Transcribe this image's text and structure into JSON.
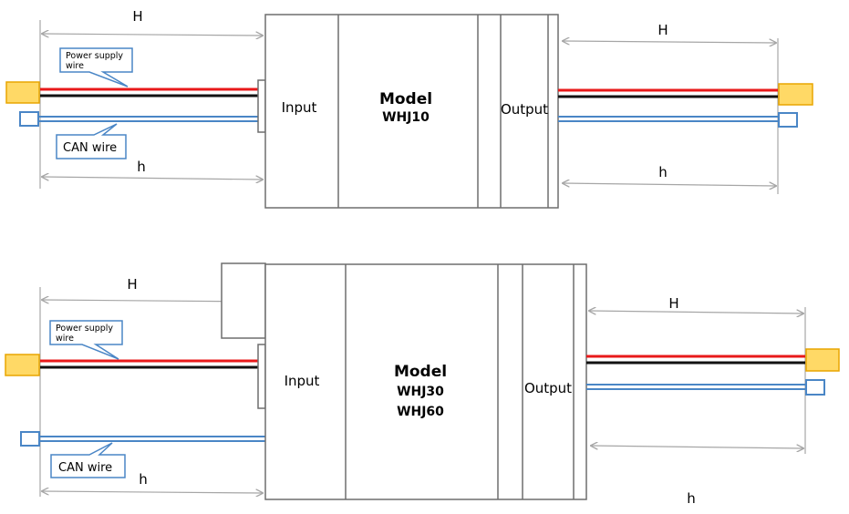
{
  "top": {
    "dim_H_left": "H",
    "dim_h_left": "h",
    "dim_H_right": "H",
    "dim_h_right": "h",
    "callout_power": [
      "Power supply",
      "wire"
    ],
    "callout_can": "CAN  wire",
    "input_label": "Input",
    "output_label": "Output",
    "model_label": "Model",
    "model_names": [
      "WHJ10"
    ]
  },
  "bottom": {
    "dim_H_left": "H",
    "dim_h_left": "h",
    "dim_H_right": "H",
    "dim_h_right": "h",
    "callout_power": [
      "Power supply",
      "wire"
    ],
    "callout_can": "CAN wire",
    "input_label": "Input",
    "output_label": "Output",
    "model_label": "Model",
    "model_names": [
      "WHJ30",
      "WHJ60"
    ]
  },
  "colors": {
    "power_wire": "#e8191a",
    "ground_wire": "#111111",
    "can_wire": "#4a86c6",
    "connector_fill": "#ffd966",
    "connector_stroke": "#e8a500",
    "box_stroke": "#6e6e6e",
    "dim_line": "#a6a6a6",
    "callout_stroke": "#4a86c6"
  }
}
